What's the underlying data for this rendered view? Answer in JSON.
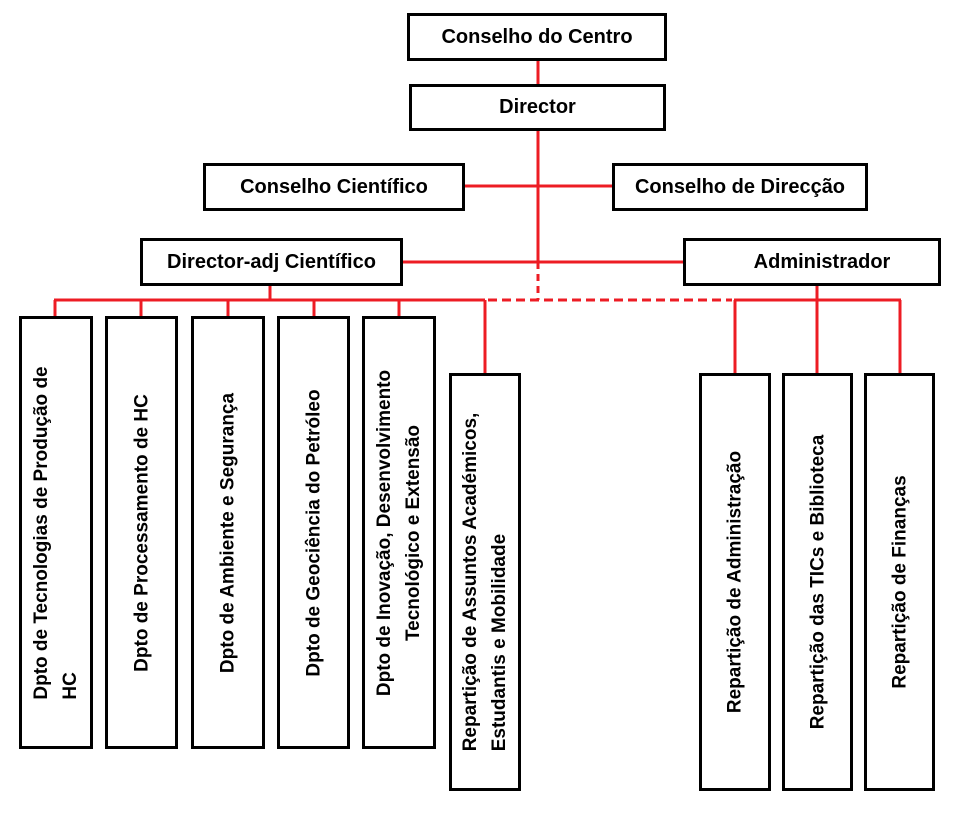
{
  "colors": {
    "connector": "#ed1c24",
    "box_border": "#000000",
    "text": "#000000"
  },
  "top": {
    "council": "Conselho do Centro",
    "director": "Director"
  },
  "advisory": {
    "left": "Conselho Científico",
    "right": "Conselho de Direcção"
  },
  "deputies": {
    "scientific": "Director-adj Científico",
    "admin": "Administrador"
  },
  "scientific_units": [
    {
      "lines": [
        "Dpto de Tecnologias de Produção de",
        "HC"
      ]
    },
    {
      "lines": [
        "Dpto de Processamento de HC"
      ]
    },
    {
      "lines": [
        "Dpto de Ambiente e Segurança"
      ]
    },
    {
      "lines": [
        "Dpto de Geociência do Petróleo"
      ]
    },
    {
      "lines": [
        "Dpto de Inovação, Desenvolvimento",
        "Tecnológico e Extensão"
      ]
    },
    {
      "lines": [
        "Repartição de Assuntos Académicos,",
        "Estudantis e Mobilidade"
      ]
    }
  ],
  "admin_units": [
    {
      "lines": [
        "Repartição de Administração"
      ]
    },
    {
      "lines": [
        "Repartição das TICs e Biblioteca"
      ]
    },
    {
      "lines": [
        "Repartição de Finanças"
      ]
    }
  ]
}
